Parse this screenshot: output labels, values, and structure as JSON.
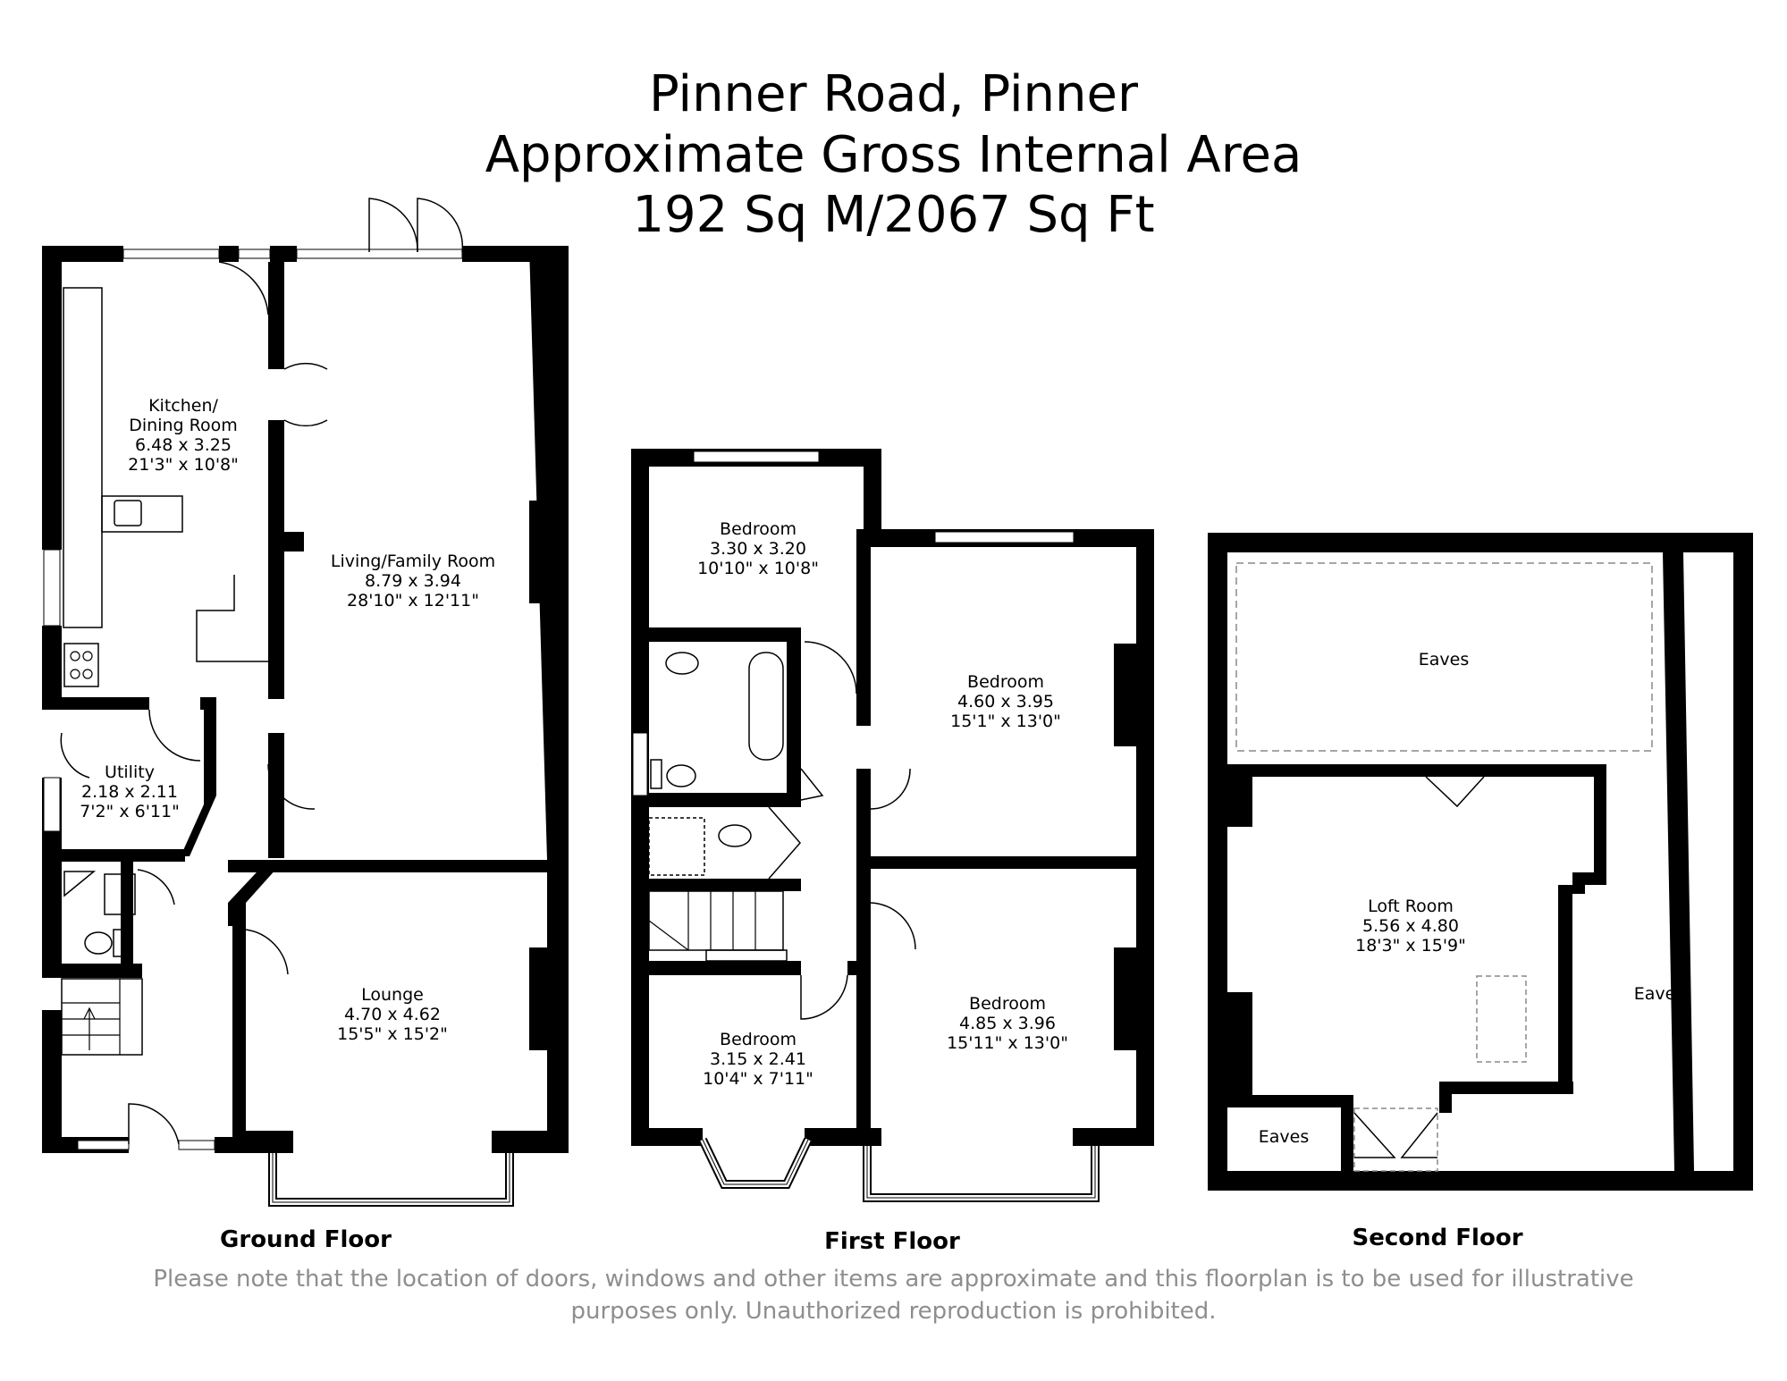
{
  "title": {
    "line1": "Pinner Road, Pinner",
    "line2": "Approximate Gross Internal Area",
    "line3": "192 Sq M/2067 Sq Ft"
  },
  "floors": {
    "ground": "Ground Floor",
    "first": "First Floor",
    "second": "Second Floor"
  },
  "rooms": {
    "kitchen": {
      "name": "Kitchen/",
      "name2": "Dining Room",
      "metric": "6.48 x 3.25",
      "imperial": "21'3\" x 10'8\""
    },
    "living": {
      "name": "Living/Family Room",
      "metric": "8.79 x 3.94",
      "imperial": "28'10\" x 12'11\""
    },
    "utility": {
      "name": "Utility",
      "metric": "2.18 x 2.11",
      "imperial": "7'2\" x 6'11\""
    },
    "lounge": {
      "name": "Lounge",
      "metric": "4.70 x 4.62",
      "imperial": "15'5\" x 15'2\""
    },
    "bed1": {
      "name": "Bedroom",
      "metric": "3.30 x 3.20",
      "imperial": "10'10\" x 10'8\""
    },
    "bed2": {
      "name": "Bedroom",
      "metric": "4.60 x 3.95",
      "imperial": "15'1\" x 13'0\""
    },
    "bed3": {
      "name": "Bedroom",
      "metric": "3.15 x 2.41",
      "imperial": "10'4\" x 7'11\""
    },
    "bed4": {
      "name": "Bedroom",
      "metric": "4.85 x 3.96",
      "imperial": "15'11\" x 13'0\""
    },
    "loft": {
      "name": "Loft Room",
      "metric": "5.56 x 4.80",
      "imperial": "18'3\" x 15'9\""
    },
    "eaves_top": {
      "name": "Eaves"
    },
    "eaves_right": {
      "name": "Eaves"
    },
    "eaves_small": {
      "name": "Eaves"
    }
  },
  "disclaimer": {
    "line1": "Please note that the location of doors, windows and other items are approximate and this floorplan is to be used for illustrative",
    "line2": "purposes only. Unauthorized reproduction is prohibited."
  }
}
